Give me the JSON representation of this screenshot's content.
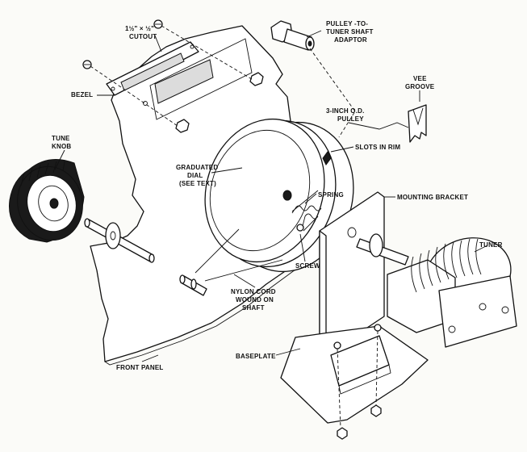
{
  "labels": {
    "cutout_line1": "1½\" × ½\"",
    "cutout_line2": "CUTOUT",
    "pulley_adaptor_line1": "PULLEY -TO-",
    "pulley_adaptor_line2": "TUNER SHAFT",
    "pulley_adaptor_line3": "ADAPTOR",
    "bezel": "BEZEL",
    "vee_groove_line1": "VEE",
    "vee_groove_line2": "GROOVE",
    "pulley_line1": "3-INCH O.D.",
    "pulley_line2": "PULLEY",
    "slots_in_rim": "SLOTS IN RIM",
    "tune_knob_line1": "TUNE",
    "tune_knob_line2": "KNOB",
    "graduated_dial_line1": "GRADUATED",
    "graduated_dial_line2": "DIAL",
    "graduated_dial_line3": "(SEE TEXT)",
    "spring": "SPRING",
    "mounting_bracket": "MOUNTING BRACKET",
    "tuner": "TUNER",
    "screw": "SCREW",
    "nylon_cord_line1": "NYLON CORD",
    "nylon_cord_line2": "WOUND ON",
    "nylon_cord_line3": "SHAFT",
    "baseplate": "BASEPLATE",
    "front_panel": "FRONT PANEL"
  }
}
